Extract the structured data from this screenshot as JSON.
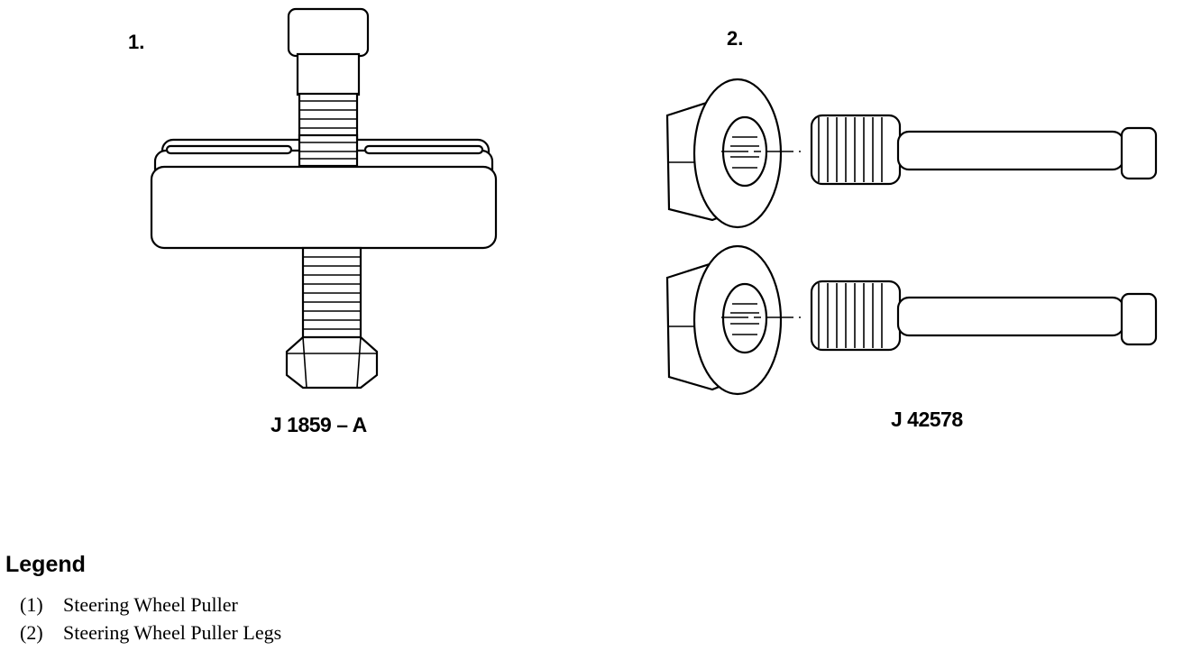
{
  "figure": {
    "item1": {
      "number": "1.",
      "tool_code": "J 1859 – A"
    },
    "item2": {
      "number": "2.",
      "tool_code": "J 42578"
    }
  },
  "legend": {
    "title": "Legend",
    "items": [
      {
        "index": "(1)",
        "text": "Steering Wheel Puller"
      },
      {
        "index": "(2)",
        "text": "Steering Wheel Puller Legs"
      }
    ]
  },
  "icons": [
    "steering-wheel-puller-illustration",
    "puller-leg-illustration"
  ]
}
